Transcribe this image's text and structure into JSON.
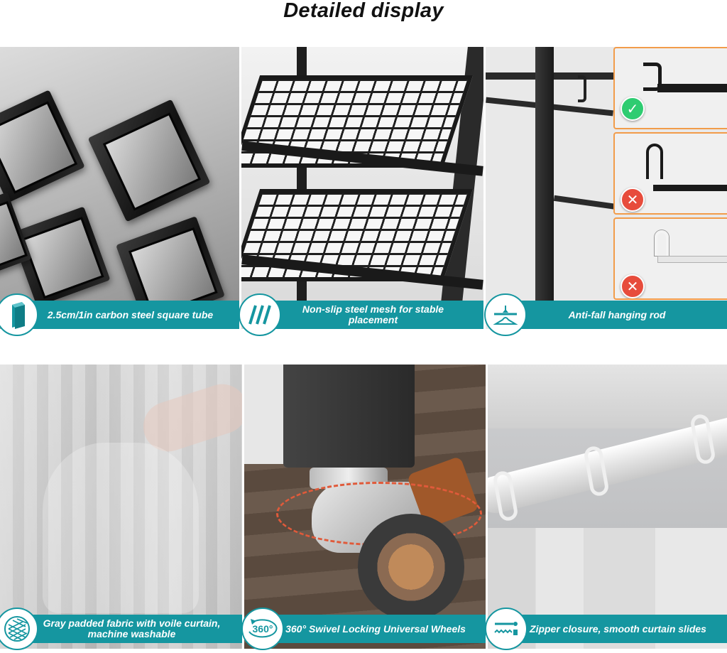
{
  "title": "Detailed display",
  "features": [
    {
      "caption": "2.5cm/1in carbon steel square tube",
      "icon": "square-tube-icon"
    },
    {
      "caption": "Non-slip steel mesh for stable placement",
      "icon": "mesh-slash-icon"
    },
    {
      "caption": "Anti-fall hanging rod",
      "icon": "hanger-scale-icon"
    },
    {
      "caption": "Gray padded fabric with voile curtain, machine washable",
      "icon": "fabric-weave-icon"
    },
    {
      "caption": "360° Swivel Locking Universal Wheels",
      "icon": "rotate-360-icon",
      "badge_text": "360°"
    },
    {
      "caption": "Zipper closure, smooth curtain slides",
      "icon": "zipper-icon"
    }
  ],
  "hook_comparison": [
    {
      "status": "correct",
      "mark": "✓",
      "color": "#2ecc71"
    },
    {
      "status": "wrong",
      "mark": "✕",
      "color": "#e74c3c"
    },
    {
      "status": "wrong",
      "mark": "✕",
      "color": "#e74c3c"
    }
  ],
  "colors": {
    "accent": "#1596a0",
    "inset_border": "#f29c4a"
  }
}
